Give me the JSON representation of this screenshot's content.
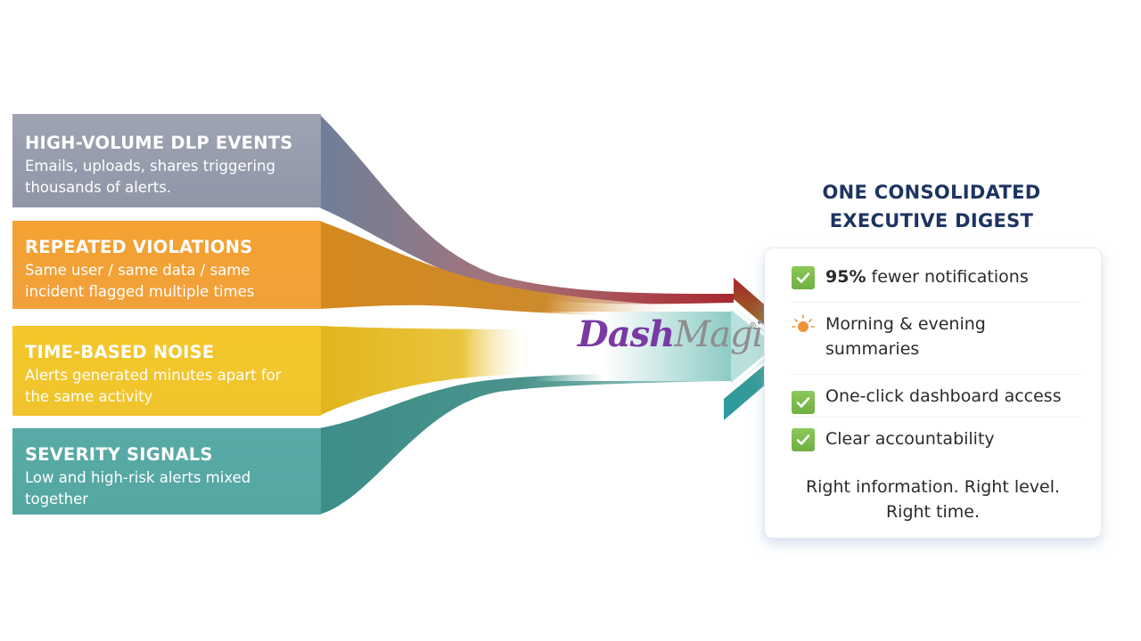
{
  "sources": [
    {
      "title": "HIGH-VOLUME DLP EVENTS",
      "description": "Emails, uploads, shares triggering thousands of alerts.",
      "color": "#959bab"
    },
    {
      "title": "REPEATED VIOLATIONS",
      "description": "Same user / same data / same incident flagged multiple times",
      "color": "#f2a136"
    },
    {
      "title": "TIME-BASED NOISE",
      "description": "Alerts generated minutes apart for the same activity",
      "color": "#f2c52b"
    },
    {
      "title": "SEVERITY SIGNALS",
      "description": "Low and high-risk alerts mixed together",
      "color": "#56a8a3"
    }
  ],
  "logo": {
    "part1": "Dash",
    "part2": "Magiq",
    "registered": "®",
    "part1_color": "#7a3aa4",
    "part2_color": "#8e8e8e"
  },
  "digest": {
    "title_line1": "ONE CONSOLIDATED",
    "title_line2": "EXECUTIVE DIGEST",
    "title_color": "#1e3461",
    "items": [
      {
        "icon": "check-icon",
        "bold": "95%",
        "text": " fewer notifications"
      },
      {
        "icon": "sun-icon",
        "text": "Morning & evening summaries"
      },
      {
        "icon": "check-icon",
        "text": "One-click dashboard access"
      },
      {
        "icon": "check-icon",
        "text": "Clear accountability"
      }
    ],
    "tagline_line1": "Right information. Right level.",
    "tagline_line2": "Right time."
  },
  "colors": {
    "check_green": "#74b448",
    "sun_orange": "#f0923a",
    "arrow_red": "#a8282e",
    "arrow_teal": "#2f9a9c"
  }
}
